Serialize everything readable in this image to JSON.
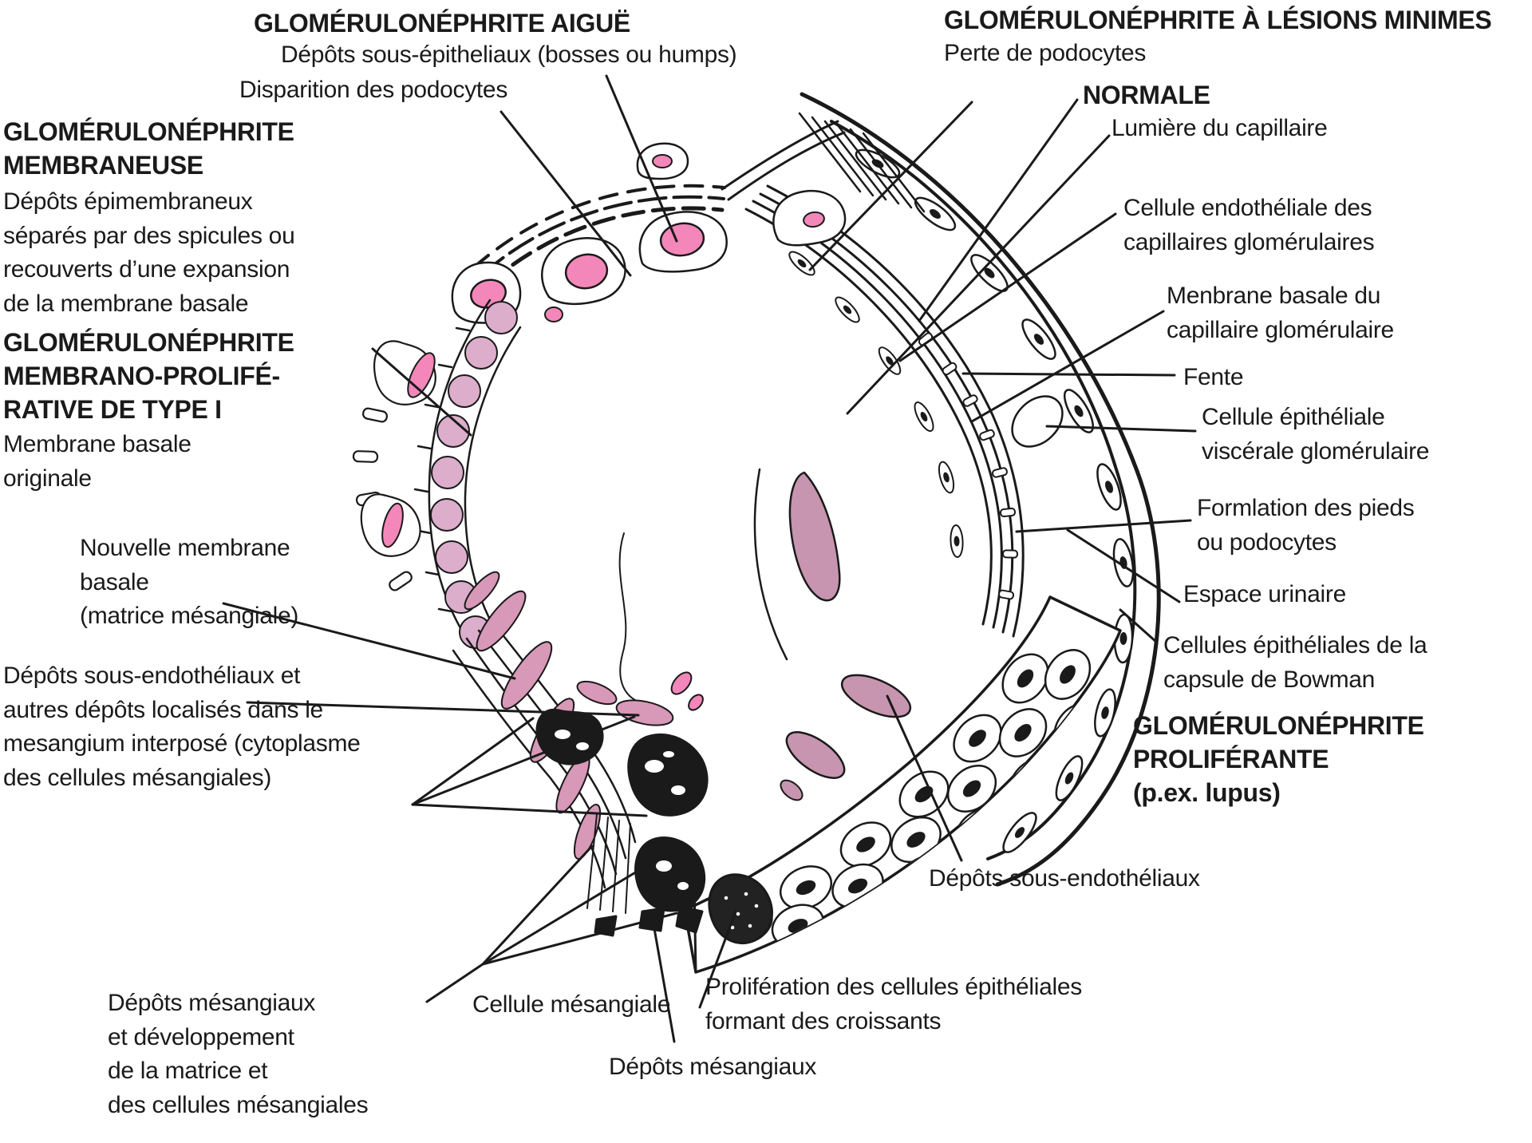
{
  "figure": {
    "subject": "Coupe schématique d'un glomérule rénal montrant les lésions des différentes glomérulonéphrites",
    "language": "fr"
  },
  "colors": {
    "ink": "#1a1a1a",
    "pink_bright": "#f387b9",
    "pink_light": "#dcaecb",
    "pink_medium": "#d898b8",
    "mauve": "#c795b0",
    "background": "#ffffff"
  },
  "labels": {
    "aigue_title": "GLOMÉRULONÉPHRITE AIGUË",
    "aigue_sub": "Dépôts sous-épitheliaux (bosses ou humps)",
    "disparition": "Disparition des podocytes",
    "membraneuse_title": "GLOMÉRULONÉPHRITE\nMEMBRANEUSE",
    "membraneuse_sub": " Dépôts épimembraneux\nséparés par des spicules ou\nrecouverts d’une expansion\nde la membrane basale",
    "mpgn_title": "GLOMÉRULONÉPHRITE\nMEMBRANO-PROLIFÉ-\nRATIVE DE TYPE I",
    "mpgn_sub": " Membrane basale\noriginale",
    "nouvelle": "Nouvelle membrane\nbasale\n(matrice mésangiale)",
    "sous_endo_left": "Dépôts sous-endothéliaux et\nautres dépôts localisés dans le\nmesangium interposé (cytoplasme\ndes cellules mésangiales)",
    "depots_mes_left": "Dépôts mésangiaux\net développement\nde la matrice et\ndes cellules mésangiales",
    "cellule_mesangiale": "Cellule mésangiale",
    "depots_mes_centre": "Dépôts mésangiaux",
    "proliferation": "Prolifération des cellules épithéliales\nformant des croissants",
    "sous_endo_right": "Dépôts sous-endothéliaux",
    "minimes_title": "GLOMÉRULONÉPHRITE À LÉSIONS MINIMES",
    "minimes_sub": "Perte de podocytes",
    "normale_title": "NORMALE",
    "lumiere": "Lumière du capillaire",
    "cellule_endotheliale": "Cellule endothéliale des\ncapillaires glomérulaires",
    "membrane_basale_cap": "Menbrane basale du\ncapillaire glomérulaire",
    "fente": "Fente",
    "cellule_epitheliale": "Cellule épithéliale\nviscérale glomérulaire",
    "formation_pieds": "Formlation des pieds\nou podocytes",
    "espace_urinaire": "Espace urinaire",
    "capsule_bowman": "Cellules épithéliales de la\ncapsule de Bowman",
    "proliferante_title": "GLOMÉRULONÉPHRITE\nPROLIFÉRANTE\n(p.ex. lupus)"
  }
}
